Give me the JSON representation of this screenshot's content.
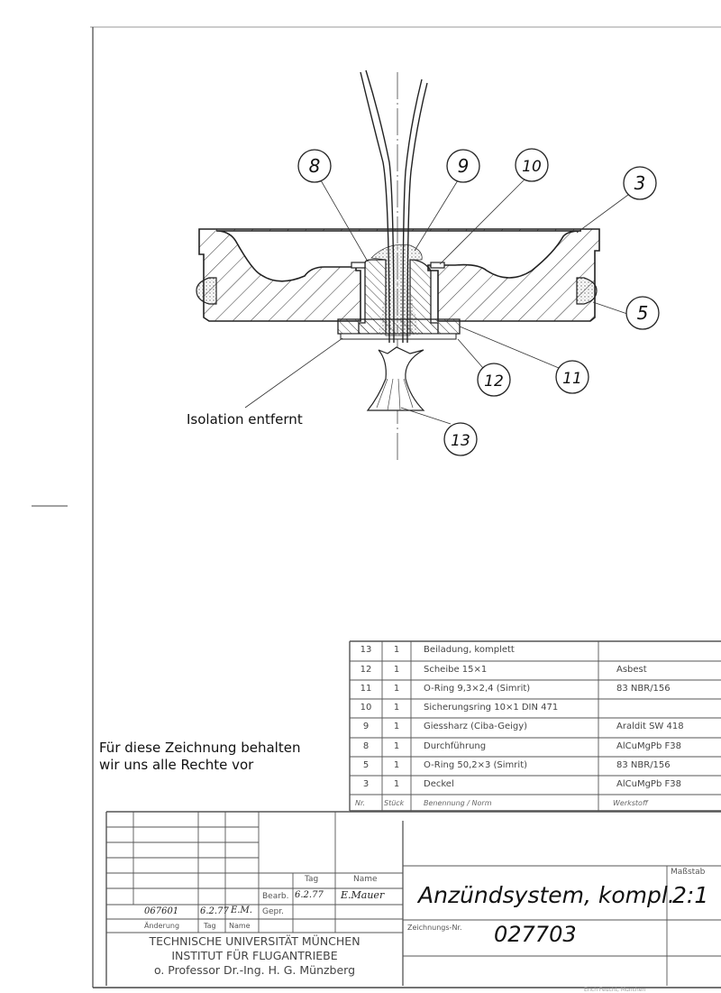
{
  "drawing": {
    "balloons": [
      "8",
      "9",
      "10",
      "3",
      "5",
      "11",
      "12",
      "13"
    ],
    "callout_isolation": "Isolation entfernt"
  },
  "rights_note": {
    "line1": "Für diese Zeichnung behalten",
    "line2": "wir uns alle Rechte vor"
  },
  "parts_list": {
    "headers": {
      "nr": "Nr.",
      "qty": "Stück",
      "name": "Benennung / Norm",
      "material": "Werkstoff"
    },
    "rows": [
      {
        "nr": "13",
        "qty": "1",
        "name": "Beiladung, komplett",
        "material": ""
      },
      {
        "nr": "12",
        "qty": "1",
        "name": "Scheibe    15×1",
        "material": "Asbest"
      },
      {
        "nr": "11",
        "qty": "1",
        "name": "O-Ring  9,3×2,4  (Simrit)",
        "material": "83 NBR/156"
      },
      {
        "nr": "10",
        "qty": "1",
        "name": "Sicherungsring  10×1 DIN 471",
        "material": ""
      },
      {
        "nr": "9",
        "qty": "1",
        "name": "Giessharz  (Ciba-Geigy)",
        "material": "Araldit  SW 418"
      },
      {
        "nr": "8",
        "qty": "1",
        "name": "Durchführung",
        "material": "AlCuMgPb F38"
      },
      {
        "nr": "5",
        "qty": "1",
        "name": "O-Ring  50,2×3  (Simrit)",
        "material": "83 NBR/156"
      },
      {
        "nr": "3",
        "qty": "1",
        "name": "Deckel",
        "material": "AlCuMgPb F38"
      }
    ]
  },
  "title_block": {
    "tag_label": "Tag",
    "name_label": "Name",
    "bearb_label": "Bearb.",
    "bearb_date": "6.2.77",
    "bearb_name": "E.Mauer",
    "gepr_label": "Gepr.",
    "change_no": "067601",
    "change_date": "6.2.77",
    "change_name": "E.M.",
    "change_label": "Änderung",
    "change_tag_label": "Tag",
    "change_name_label": "Name",
    "institution_line1": "TECHNISCHE UNIVERSITÄT MÜNCHEN",
    "institution_line2": "INSTITUT FÜR FLUGANTRIEBE",
    "institution_line3": "o. Professor Dr.-Ing. H. G. Münzberg",
    "title": "Anzündsystem, kompl.",
    "scale_label": "Maßstab",
    "scale": "2:1",
    "drawing_no_label": "Zeichnungs-Nr.",
    "drawing_no": "027703"
  },
  "footer": {
    "printer": "Erich Feucht, München"
  }
}
